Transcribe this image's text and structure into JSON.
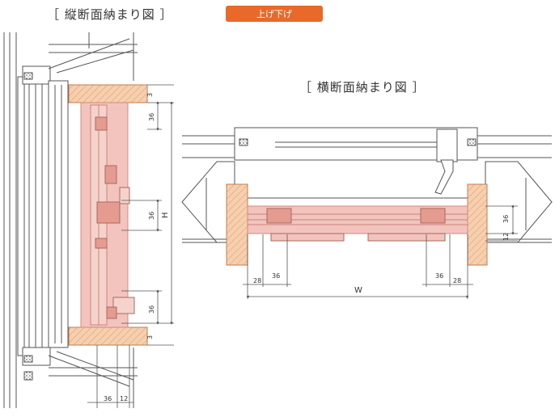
{
  "titles": {
    "vertical_section": "［ 縦断面納まり図 ］",
    "horizontal_section": "［ 横断面納まり図 ］"
  },
  "badge": {
    "label": "上げ下げ",
    "color": "#e8692a"
  },
  "vertical_dims": {
    "top_gap": "3",
    "upper_rail": "36",
    "middle_rail": "36",
    "height": "H",
    "lower_rail": "36",
    "bottom_gap": "3",
    "bottom_depth": "36",
    "bottom_offset": "12"
  },
  "horizontal_dims": {
    "depth": "36",
    "offset": "12",
    "left_edge": "28",
    "left_rail": "36",
    "right_rail": "36",
    "right_edge": "28",
    "width": "W"
  },
  "colors": {
    "frame_pink": "#f2c4bd",
    "frame_pink_dark": "#e59b90",
    "wood": "#f3c9a5",
    "line": "#555555"
  }
}
